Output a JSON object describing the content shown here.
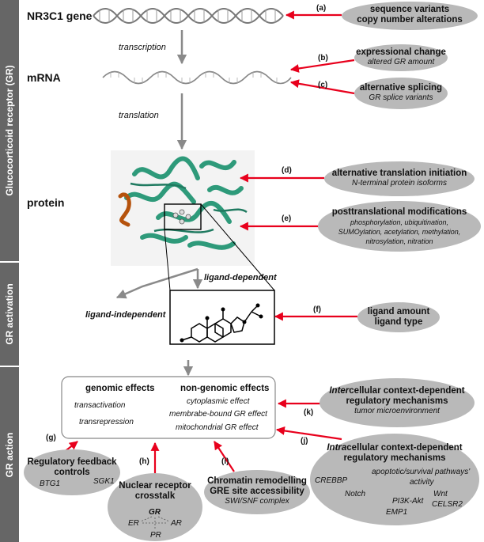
{
  "sidebar": {
    "receptor": "Glucocorticoid receptor (GR)",
    "activation": "GR activation",
    "action": "GR action"
  },
  "stages": {
    "gene": "NR3C1 gene",
    "mrna": "mRNA",
    "protein": "protein",
    "transcription": "transcription",
    "translation": "translation",
    "ligand_dependent": "ligand-dependent",
    "ligand_independent": "ligand-independent"
  },
  "effects": {
    "genomic_title": "genomic effects",
    "genomic_items": [
      "transactivation",
      "transrepression"
    ],
    "nongenomic_title": "non-genomic effects",
    "nongenomic_items": [
      "cytoplasmic effect",
      "membrabe-bound GR effect",
      "mitochondrial GR effect"
    ]
  },
  "factors": {
    "a": {
      "tag": "(a)",
      "title1": "sequence variants",
      "title2": "copy number alterations"
    },
    "b": {
      "tag": "(b)",
      "title": "expressional change",
      "sub": "altered GR amount"
    },
    "c": {
      "tag": "(c)",
      "title": "alternative splicing",
      "sub": "GR splice variants"
    },
    "d": {
      "tag": "(d)",
      "title": "alternative translation initiation",
      "sub": "N-terminal protein isoforms"
    },
    "e": {
      "tag": "(e)",
      "title": "posttranslational modifications",
      "sub": [
        "phosphorylation, ubiquitination,",
        "SUMOylation, acetylation, methylation,",
        "nitrosylation, nitration"
      ]
    },
    "f": {
      "tag": "(f)",
      "title1": "ligand amount",
      "title2": "ligand type"
    },
    "g": {
      "tag": "(g)",
      "title1": "Regulatory feedback",
      "title2": "controls",
      "genes": [
        "BTG1",
        "SGK1"
      ]
    },
    "h": {
      "tag": "(h)",
      "title1": "Nuclear receptor",
      "title2": "crosstalk",
      "nodes": {
        "top": "GR",
        "left": "ER",
        "right": "AR",
        "bottom": "PR"
      }
    },
    "i": {
      "tag": "(i)",
      "title1": "Chromatin remodelling",
      "title2": "GRE site accessibility",
      "sub": "SWI/SNF complex"
    },
    "j": {
      "tag": "(j)",
      "prefix": "Intra",
      "title1": "cellular context-dependent",
      "title2": "regulatory mechanisms",
      "genes": [
        "CREBBP",
        "apoptotic/survival pathways'",
        "activity",
        "Notch",
        "Wnt",
        "PI3K-Akt",
        "CELSR2",
        "EMP1"
      ]
    },
    "k": {
      "tag": "(k)",
      "prefix": "Inter",
      "title1": "cellular context-dependent",
      "title2": "regulatory mechanisms",
      "sub": "tumor microenvironment"
    }
  },
  "colors": {
    "arrow_red": "#e8001c",
    "arrow_gray": "#8a8a8a",
    "ellipse": "#b9b9b9",
    "sidebar": "#666666",
    "protein": "#2e9a7a",
    "helix": "#b5520c"
  }
}
